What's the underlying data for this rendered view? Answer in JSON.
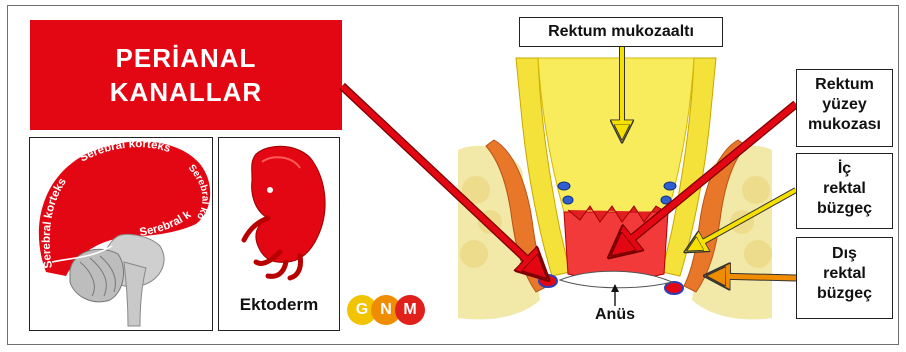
{
  "title": {
    "line1": "PERİANAL",
    "line2": "KANALLAR"
  },
  "brain": {
    "labels": [
      "Serebral korteks",
      "Serebral korteks",
      "Serebral korteks",
      "Serebral korteks"
    ]
  },
  "embryo": {
    "label": "Ektoderm"
  },
  "anatomy": {
    "rectal_submucosa": "Rektum mukozaaltı",
    "surface_mucosa": [
      "Rektum",
      "yüzey",
      "mukozası"
    ],
    "internal_sphincter": [
      "İç",
      "rektal",
      "büzgeç"
    ],
    "external_sphincter": [
      "Dış",
      "rektal",
      "büzgeç"
    ],
    "anus": "Anüs"
  },
  "logo": {
    "letters": [
      "G",
      "N",
      "M"
    ]
  },
  "colors": {
    "accent_red": "#e30613",
    "arrow_yellow": "#f5e000",
    "arrow_orange": "#f08c00",
    "mucosa_yellow": "#f4e23a",
    "muscle_orange": "#e8772a"
  }
}
